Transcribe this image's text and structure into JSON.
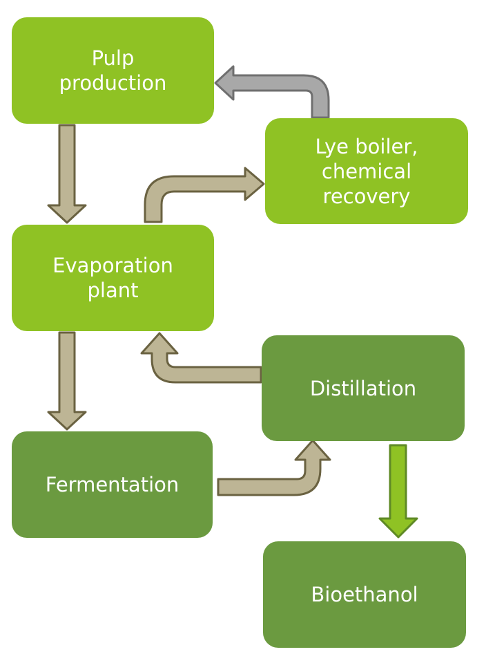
{
  "colors": {
    "light_green": "#8fc224",
    "dark_green": "#6b9a40",
    "arrow_tan_fill": "#bdb595",
    "arrow_tan_stroke": "#6a6241",
    "arrow_gray_fill": "#a8a8a8",
    "arrow_gray_stroke": "#6f6f6f",
    "arrow_green_fill": "#8fc224",
    "arrow_green_stroke": "#5f8a25"
  },
  "nodes": [
    {
      "id": "pulp",
      "name": "node-pulp-production",
      "label": "Pulp\nproduction",
      "color": "light_green"
    },
    {
      "id": "lye",
      "name": "node-lye-boiler",
      "label": "Lye boiler,\nchemical\nrecovery",
      "color": "light_green"
    },
    {
      "id": "evap",
      "name": "node-evaporation-plant",
      "label": "Evaporation\nplant",
      "color": "light_green"
    },
    {
      "id": "dist",
      "name": "node-distillation",
      "label": "Distillation",
      "color": "dark_green"
    },
    {
      "id": "ferm",
      "name": "node-fermentation",
      "label": "Fermentation",
      "color": "dark_green"
    },
    {
      "id": "bio",
      "name": "node-bioethanol",
      "label": "Bioethanol",
      "color": "dark_green"
    }
  ],
  "edges": [
    {
      "from": "pulp",
      "to": "evap",
      "style": "tan"
    },
    {
      "from": "evap",
      "to": "lye",
      "style": "tan"
    },
    {
      "from": "lye",
      "to": "pulp",
      "style": "gray"
    },
    {
      "from": "evap",
      "to": "ferm",
      "style": "tan"
    },
    {
      "from": "ferm",
      "to": "dist",
      "style": "tan"
    },
    {
      "from": "dist",
      "to": "evap",
      "style": "tan"
    },
    {
      "from": "dist",
      "to": "bio",
      "style": "green"
    }
  ]
}
